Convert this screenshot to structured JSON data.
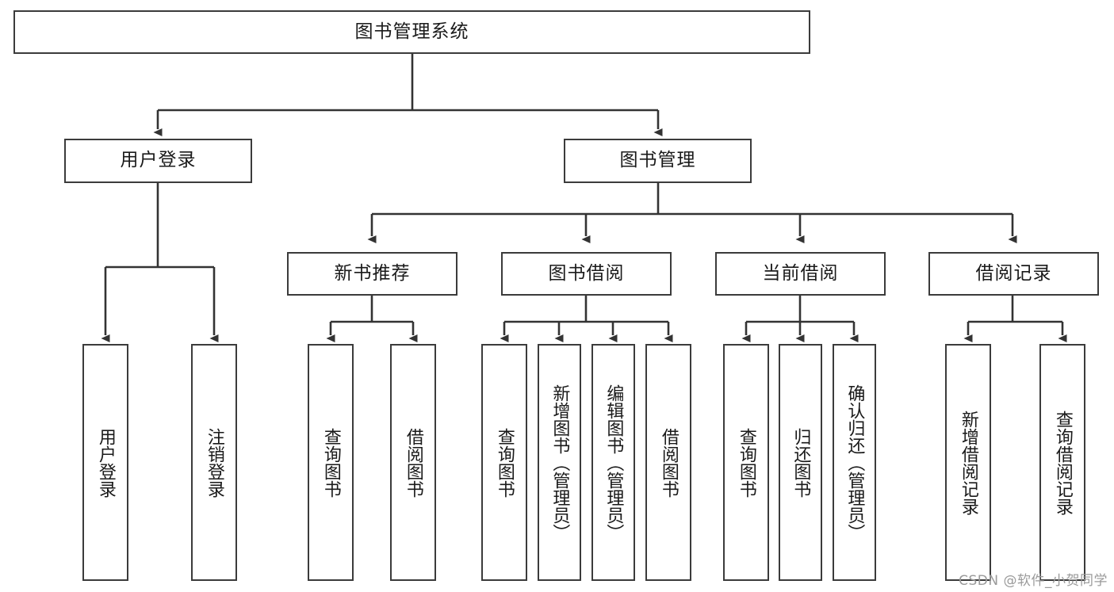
{
  "diagram": {
    "type": "tree-hierarchy-flowchart",
    "title": "图书管理系统",
    "watermark": "CSDN @软件_小贺同学",
    "colors": {
      "background": "#ffffff",
      "box_border": "#3b3b3b",
      "box_fill": "#ffffff",
      "connector": "#333333",
      "text": "#1a1a1a",
      "watermark": "#9a9a9a"
    },
    "levels": [
      {
        "level": 0,
        "nodes": [
          {
            "id": "root",
            "label": "图书管理系统",
            "orientation": "horizontal"
          }
        ]
      },
      {
        "level": 1,
        "nodes": [
          {
            "id": "user_login",
            "label": "用户登录",
            "orientation": "horizontal",
            "parent": "root"
          },
          {
            "id": "book_mgmt",
            "label": "图书管理",
            "orientation": "horizontal",
            "parent": "root"
          }
        ]
      },
      {
        "level": 2,
        "nodes": [
          {
            "id": "new_book_rec",
            "label": "新书推荐",
            "orientation": "horizontal",
            "parent": "book_mgmt"
          },
          {
            "id": "book_borrow",
            "label": "图书借阅",
            "orientation": "horizontal",
            "parent": "book_mgmt"
          },
          {
            "id": "current_borrow",
            "label": "当前借阅",
            "orientation": "horizontal",
            "parent": "book_mgmt"
          },
          {
            "id": "borrow_record",
            "label": "借阅记录",
            "orientation": "horizontal",
            "parent": "book_mgmt"
          }
        ]
      },
      {
        "level": 3,
        "nodes": [
          {
            "id": "leaf_user_login",
            "label": "用户登录",
            "orientation": "vertical",
            "parent": "user_login"
          },
          {
            "id": "leaf_logout",
            "label": "注销登录",
            "orientation": "vertical",
            "parent": "user_login"
          },
          {
            "id": "leaf_query_book_1",
            "label": "查询图书",
            "orientation": "vertical",
            "parent": "new_book_rec"
          },
          {
            "id": "leaf_borrow_book_1",
            "label": "借阅图书",
            "orientation": "vertical",
            "parent": "new_book_rec"
          },
          {
            "id": "leaf_query_book_2",
            "label": "查询图书",
            "orientation": "vertical",
            "parent": "book_borrow"
          },
          {
            "id": "leaf_add_book",
            "label": "新增图书（管理员）",
            "orientation": "vertical",
            "parent": "book_borrow"
          },
          {
            "id": "leaf_edit_book",
            "label": "编辑图书（管理员）",
            "orientation": "vertical",
            "parent": "book_borrow"
          },
          {
            "id": "leaf_borrow_book_2",
            "label": "借阅图书",
            "orientation": "vertical",
            "parent": "book_borrow"
          },
          {
            "id": "leaf_query_book_3",
            "label": "查询图书",
            "orientation": "vertical",
            "parent": "current_borrow"
          },
          {
            "id": "leaf_return_book",
            "label": "归还图书",
            "orientation": "vertical",
            "parent": "current_borrow"
          },
          {
            "id": "leaf_confirm_return",
            "label": "确认归还（管理员）",
            "orientation": "vertical",
            "parent": "current_borrow"
          },
          {
            "id": "leaf_add_record",
            "label": "新增借阅记录",
            "orientation": "vertical",
            "parent": "borrow_record"
          },
          {
            "id": "leaf_query_record",
            "label": "查询借阅记录",
            "orientation": "vertical",
            "parent": "borrow_record"
          }
        ]
      }
    ]
  }
}
